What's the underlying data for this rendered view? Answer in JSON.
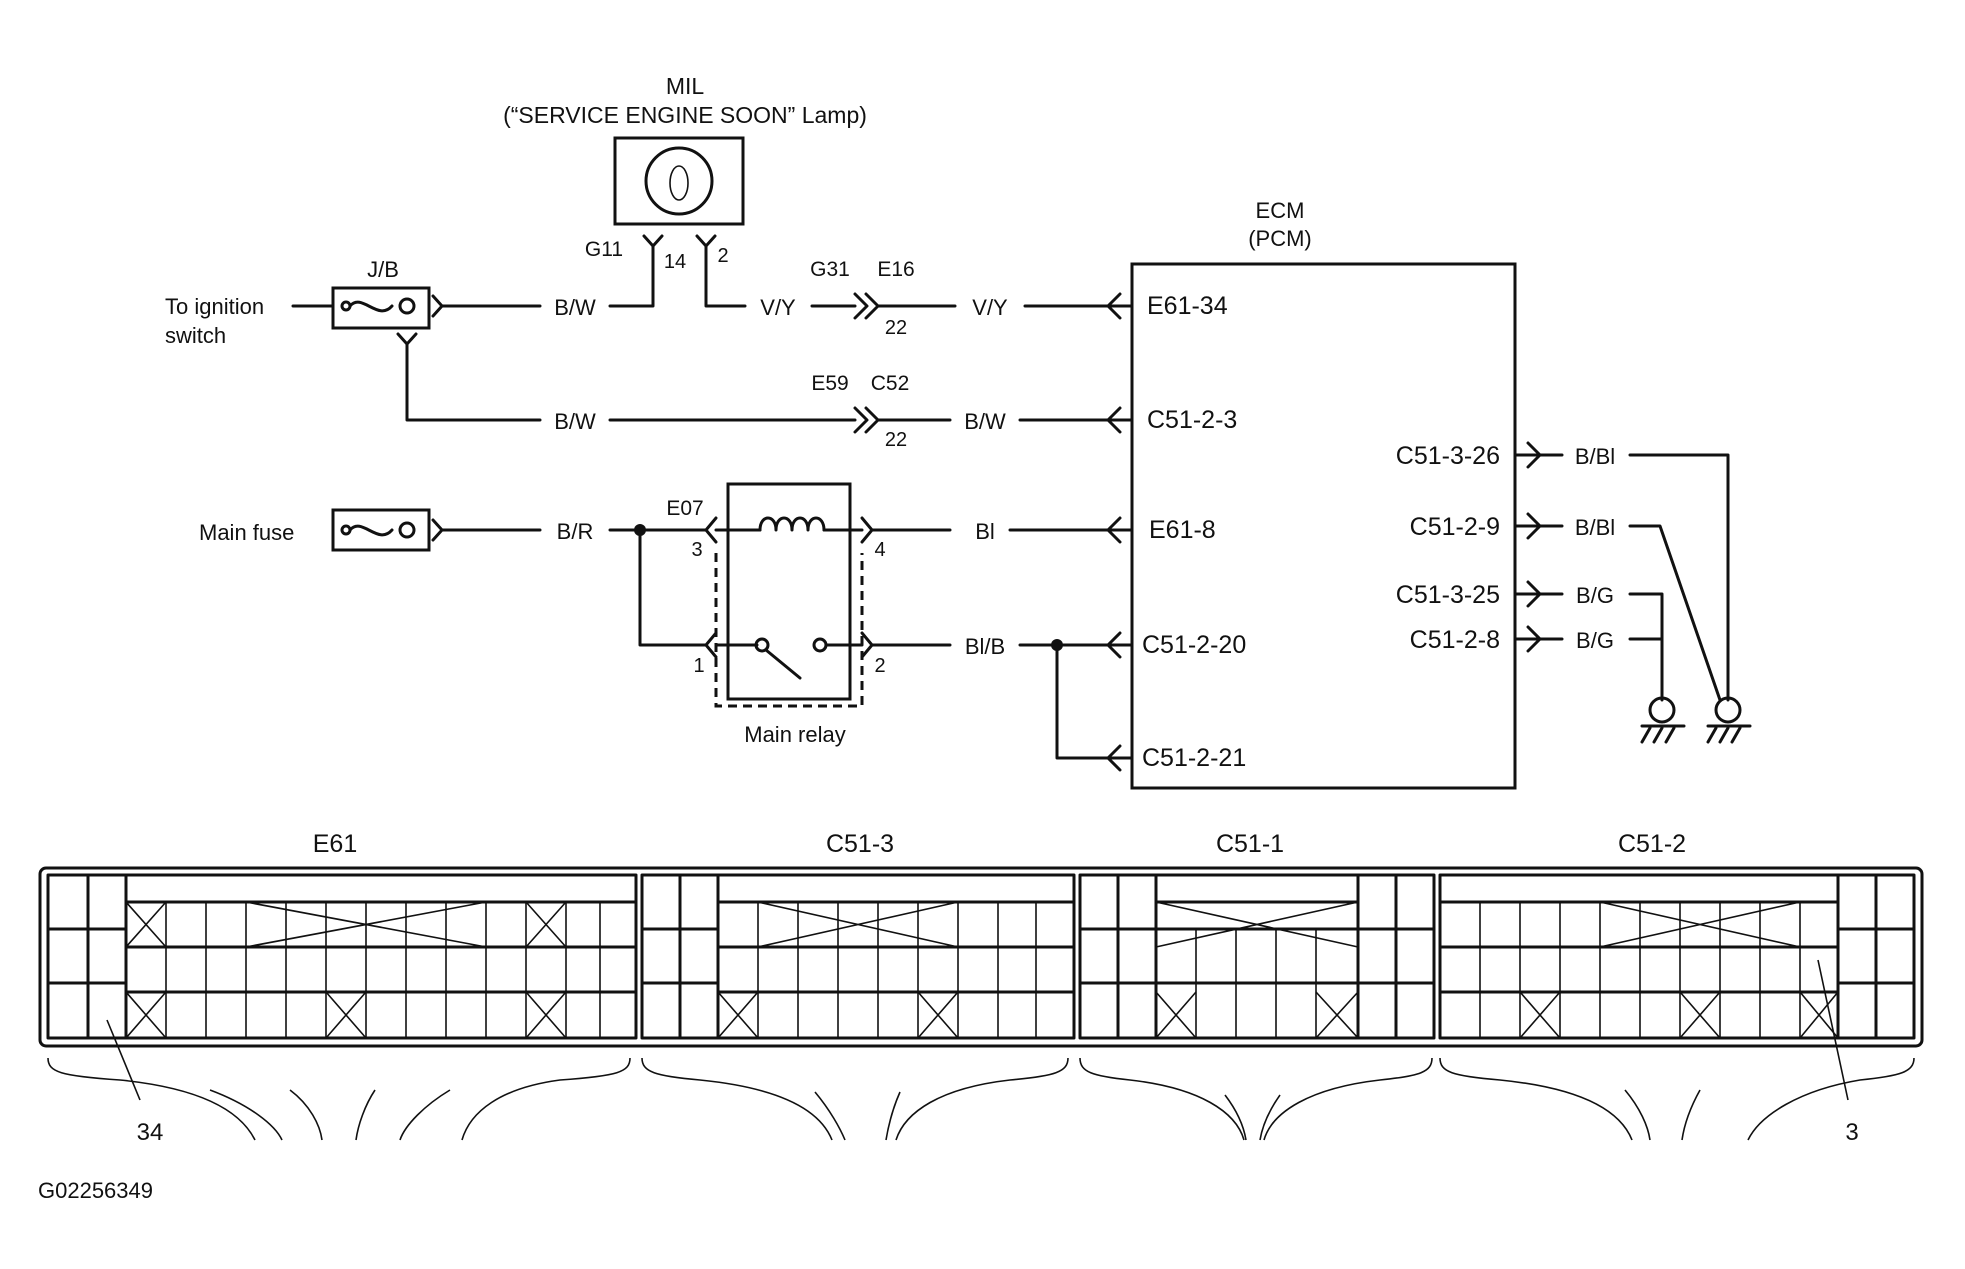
{
  "mil": {
    "title": "MIL",
    "subtitle": "(“SERVICE ENGINE SOON” Lamp)",
    "conn": "G11",
    "pin_a": "14",
    "pin_b": "2"
  },
  "jb": {
    "label": "J/B",
    "source_line1": "To ignition",
    "source_line2": "switch"
  },
  "main_fuse": {
    "label": "Main fuse"
  },
  "main_relay": {
    "label": "Main relay",
    "conn": "E07",
    "pin3": "3",
    "pin4": "4",
    "pin1": "1",
    "pin2": "2"
  },
  "ecm": {
    "title": "ECM",
    "subtitle": "(PCM)"
  },
  "wires": {
    "bw_mil": "B/W",
    "vy_1": "V/Y",
    "g31": "G31",
    "e16": "E16",
    "pin22_a": "22",
    "vy_2": "V/Y",
    "bw_2": "B/W",
    "e59": "E59",
    "c52": "C52",
    "pin22_b": "22",
    "bw_3": "B/W",
    "br": "B/R",
    "bl": "Bl",
    "blb": "Bl/B",
    "bbl_1": "B/Bl",
    "bbl_2": "B/Bl",
    "bg_1": "B/G",
    "bg_2": "B/G"
  },
  "ecm_pins_left": [
    "E61-34",
    "C51-2-3",
    "E61-8",
    "C51-2-20",
    "C51-2-21"
  ],
  "ecm_pins_right": [
    "C51-3-26",
    "C51-2-9",
    "C51-3-25",
    "C51-2-8"
  ],
  "connectors": {
    "e61": "E61",
    "c51_3": "C51-3",
    "c51_1": "C51-1",
    "c51_2": "C51-2",
    "pin_34": "34",
    "pin_3": "3"
  },
  "figure_id": "G02256349"
}
